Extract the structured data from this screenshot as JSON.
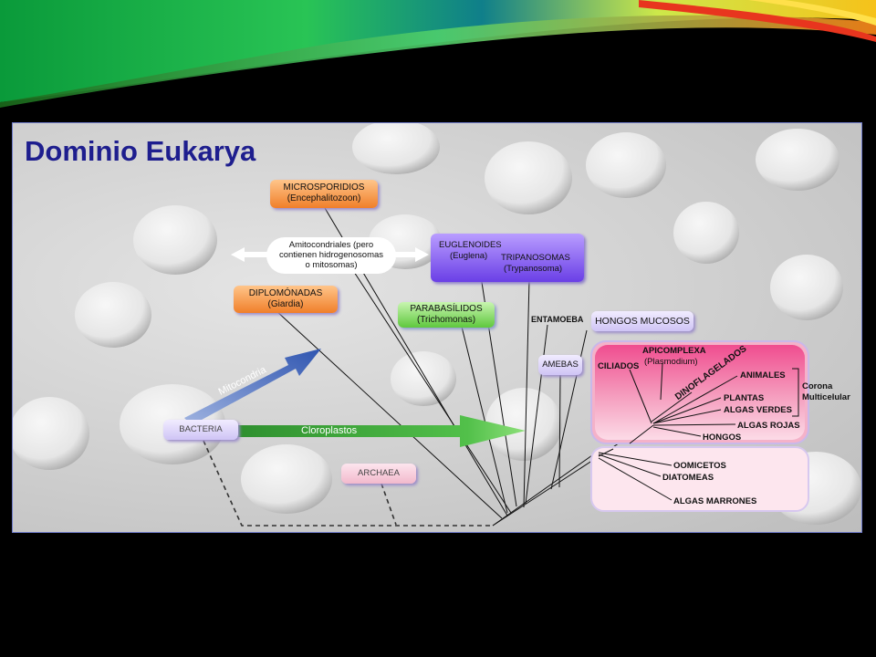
{
  "slide": {
    "title": "Dominio Eukarya"
  },
  "nodes": {
    "microsporidios": {
      "name": "MICROSPORIDIOS",
      "example": "(Encephalitozoon)"
    },
    "amitocondriales": {
      "line1": "Amitocondriales (pero",
      "line2": "contienen hidrogenosomas",
      "line3": "o mitosomas)"
    },
    "euglenoides": {
      "name": "EUGLENOIDES",
      "example": "(Euglena)"
    },
    "tripanosomas": {
      "name": "TRIPANOSOMAS",
      "example": "(Trypanosoma)"
    },
    "diplomonadas": {
      "name": "DIPLOMÓNADAS",
      "example": "(Giardia)"
    },
    "parabasilidos": {
      "name": "PARABASÍLIDOS",
      "example": "(Trichomonas)"
    },
    "entamoeba": "ENTAMOEBA",
    "hongos_mucosos": "HONGOS MUCOSOS",
    "amebas": "AMEBAS",
    "apicomplexa": {
      "name": "APICOMPLEXA",
      "example": "(Plasmodium)"
    },
    "ciliados": "CILIADOS",
    "dinoflagelados": "DINOFLAGELADOS",
    "animales": "ANIMALES",
    "plantas": "PLANTAS",
    "algas_verdes": "ALGAS VERDES",
    "algas_rojas": "ALGAS ROJAS",
    "hongos": "HONGOS",
    "corona": {
      "line1": "Corona",
      "line2": "Multicelular"
    },
    "oomicetos": "OOMICETOS",
    "diatomeas": "DIATOMEAS",
    "algas_marrones": "ALGAS MARRONES",
    "bacteria": "BACTERIA",
    "archaea": "ARCHAEA"
  },
  "arrows": {
    "mitocondria": "Mitocondria",
    "cloroplastos": "Cloroplastos"
  },
  "colors": {
    "title": "#1e1e8e",
    "orange_box": "#f07f2a",
    "violet_box": "#6a3fe6",
    "green_box": "#5fc83e",
    "pink_region": "#f0428a",
    "mito_arrow": "#3a63b8",
    "chloro_arrow": "#3aa838"
  }
}
